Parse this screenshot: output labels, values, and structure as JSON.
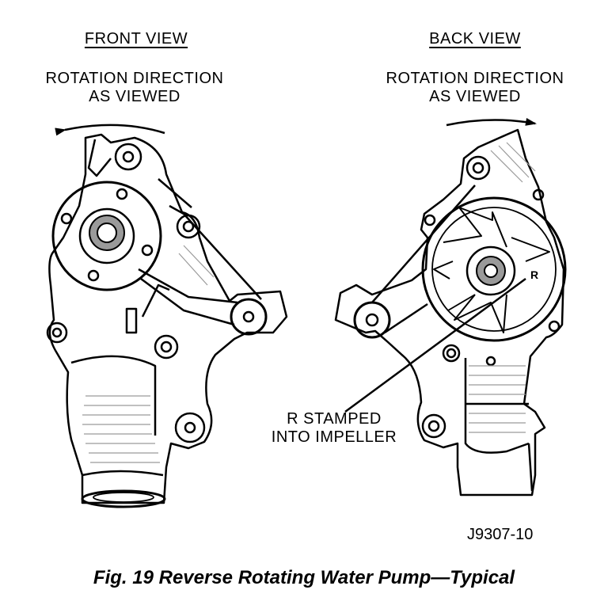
{
  "front": {
    "title": "FRONT VIEW",
    "rotation_line1": "ROTATION DIRECTION",
    "rotation_line2": "AS VIEWED"
  },
  "back": {
    "title": "BACK VIEW",
    "rotation_line1": "ROTATION DIRECTION",
    "rotation_line2": "AS VIEWED",
    "callout_line1": "R STAMPED",
    "callout_line2": "INTO IMPELLER",
    "impeller_mark": "R"
  },
  "figure_code": "J9307-10",
  "caption": "Fig. 19 Reverse Rotating Water Pump—Typical",
  "colors": {
    "ink": "#000000",
    "paper": "#ffffff",
    "shade": "#9a9a9a"
  }
}
